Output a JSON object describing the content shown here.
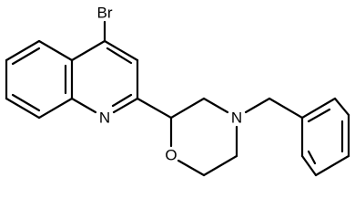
{
  "molecule": {
    "atoms": {
      "br": "Br",
      "n_quinoline": "N",
      "o_morpholine": "O",
      "n_morpholine": "N"
    }
  }
}
